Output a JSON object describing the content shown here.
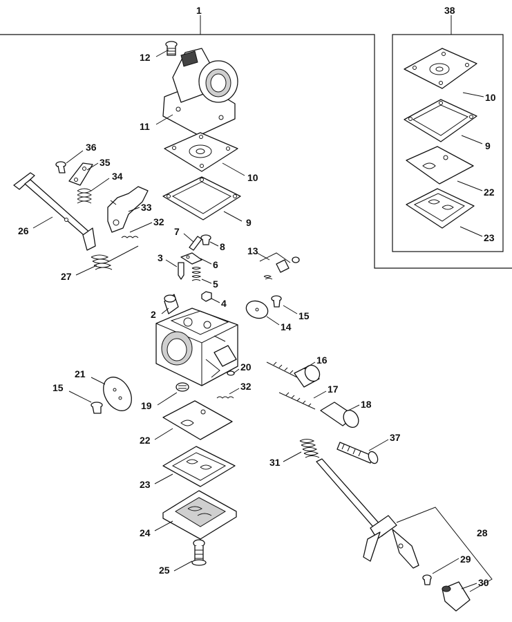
{
  "labels": {
    "l1": "1",
    "l38": "38",
    "l12": "12",
    "l11": "11",
    "l10": "10",
    "l9": "9",
    "l36": "36",
    "l35": "35",
    "l34": "34",
    "l33": "33",
    "l32": "32",
    "l26": "26",
    "l27": "27",
    "l7": "7",
    "l8": "8",
    "l3": "3",
    "l6": "6",
    "l5": "5",
    "l13": "13",
    "l4": "4",
    "l2": "2",
    "l15": "15",
    "l14": "14",
    "l16": "16",
    "l17": "17",
    "l18": "18",
    "l37": "37",
    "l20": "20",
    "l32b": "32",
    "l21": "21",
    "l15b": "15",
    "l19": "19",
    "l22": "22",
    "l23": "23",
    "l24": "24",
    "l25": "25",
    "l31": "31",
    "l28": "28",
    "l29": "29",
    "l30": "30",
    "k10": "10",
    "k9": "9",
    "k22": "22",
    "k23": "23"
  }
}
